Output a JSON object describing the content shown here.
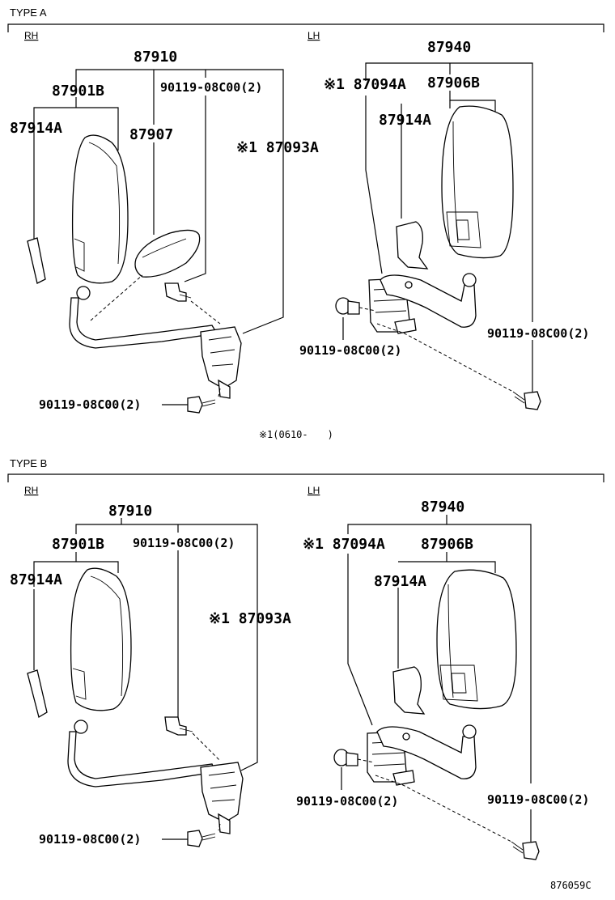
{
  "footer_code": "876059C",
  "sections": [
    {
      "title": "TYPE A",
      "rh_label": "RH",
      "lh_label": "LH",
      "rh": {
        "assy": "87910",
        "mirror": "87901B",
        "cover": "87914A",
        "cap": "87907",
        "bolt_upper": "90119-08C00(2)",
        "stay": "※1 87093A",
        "bolt_lower": "90119-08C00(2)"
      },
      "lh": {
        "assy": "87940",
        "stay": "※1 87094A",
        "mirror": "87906B",
        "cover": "87914A",
        "bolt_right": "90119-08C00(2)",
        "bolt_left": "90119-08C00(2)"
      },
      "note": "※1(0610-　　)"
    },
    {
      "title": "TYPE B",
      "rh_label": "RH",
      "lh_label": "LH",
      "rh": {
        "assy": "87910",
        "mirror": "87901B",
        "cover": "87914A",
        "bolt_upper": "90119-08C00(2)",
        "stay": "※1 87093A",
        "bolt_lower": "90119-08C00(2)"
      },
      "lh": {
        "assy": "87940",
        "stay": "※1 87094A",
        "mirror": "87906B",
        "cover": "87914A",
        "bolt_right": "90119-08C00(2)",
        "bolt_left": "90119-08C00(2)"
      }
    }
  ]
}
